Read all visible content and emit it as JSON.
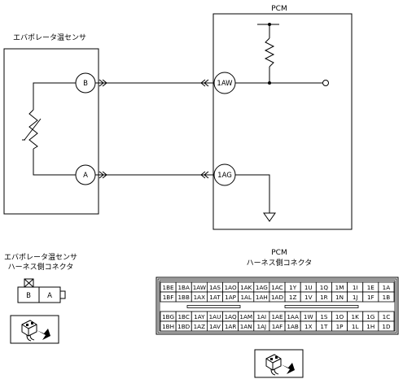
{
  "sensor_title": "エバポレータ温センサ",
  "pcm_title": "PCM",
  "sensor_pins": [
    "B",
    "A"
  ],
  "pcm_pins": [
    "1AW",
    "1AG"
  ],
  "sensor_connector_title_line1": "エバポレータ温センサ",
  "sensor_connector_title_line2": "ハーネス側コネクタ",
  "sensor_connector_pins": [
    "B",
    "A"
  ],
  "pcm_connector_title_line1": "PCM",
  "pcm_connector_title_line2": "ハーネス側コネクタ",
  "pcm_connector_rows_top": [
    [
      "1BE",
      "1BA",
      "1AW",
      "1AS",
      "1AO",
      "1AK",
      "1AG",
      "1AC",
      "1Y",
      "1U",
      "1Q",
      "1M",
      "1I",
      "1E",
      "1A"
    ],
    [
      "1BF",
      "1BB",
      "1AX",
      "1AT",
      "1AP",
      "1AL",
      "1AH",
      "1AD",
      "1Z",
      "1V",
      "1R",
      "1N",
      "1J",
      "1F",
      "1B"
    ]
  ],
  "pcm_connector_rows_bottom": [
    [
      "1BG",
      "1BC",
      "1AY",
      "1AU",
      "1AQ",
      "1AM",
      "1AI",
      "1AE",
      "1AA",
      "1W",
      "1S",
      "1O",
      "1K",
      "1G",
      "1C"
    ],
    [
      "1BH",
      "1BD",
      "1AZ",
      "1AV",
      "1AR",
      "1AN",
      "1AJ",
      "1AF",
      "1AB",
      "1X",
      "1T",
      "1P",
      "1L",
      "1H",
      "1D"
    ]
  ],
  "icons": [
    "thermistor-symbol",
    "resistor-symbol",
    "ground-symbol",
    "terminal-circle",
    "connector-view-icon"
  ]
}
